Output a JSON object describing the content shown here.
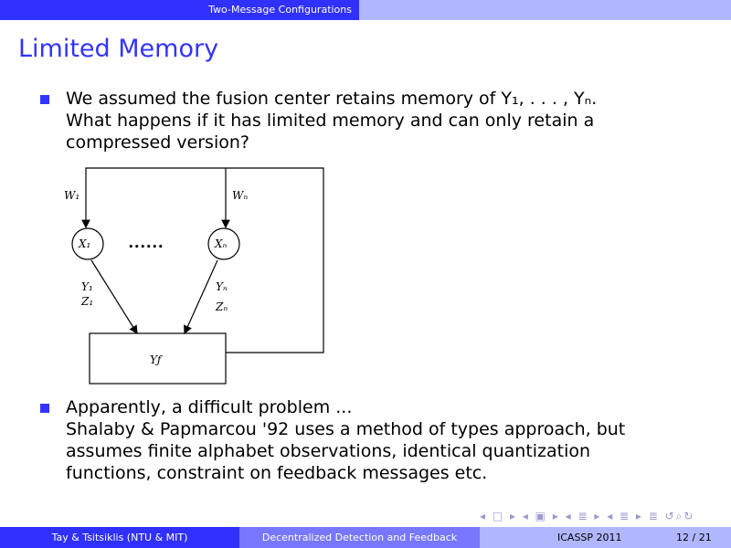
{
  "header": {
    "section": "Two-Message Configurations"
  },
  "title": "Limited Memory",
  "bullets": [
    {
      "lines": [
        "We assumed the fusion center retains memory of Y₁, . . . , Yₙ.",
        "What happens if it has limited memory and can only retain a",
        "compressed version?"
      ]
    },
    {
      "lines": [
        "Apparently, a difficult problem ...",
        "Shalaby & Papmarcou '92 uses a method of types approach, but",
        "assumes finite alphabet observations, identical quantization",
        "functions, constraint on feedback messages etc."
      ]
    }
  ],
  "diagram": {
    "w1": "W₁",
    "wn": "Wₙ",
    "x1": "X₁",
    "xn": "Xₙ",
    "y1": "Y₁",
    "z1": "Z₁",
    "yn": "Yₙ",
    "zn": "Zₙ",
    "yf": "Yƒ",
    "dots": "••••••"
  },
  "nav": "◂ □ ▸ ◂ ▣ ▸ ◂ ≣ ▸ ◂ ≣ ▸   ≣   ↺⌕↻",
  "footer": {
    "authors": "Tay & Tsitsiklis (NTU & MIT)",
    "talk": "Decentralized Detection and Feedback",
    "conf": "ICASSP 2011",
    "page": "12 / 21"
  }
}
